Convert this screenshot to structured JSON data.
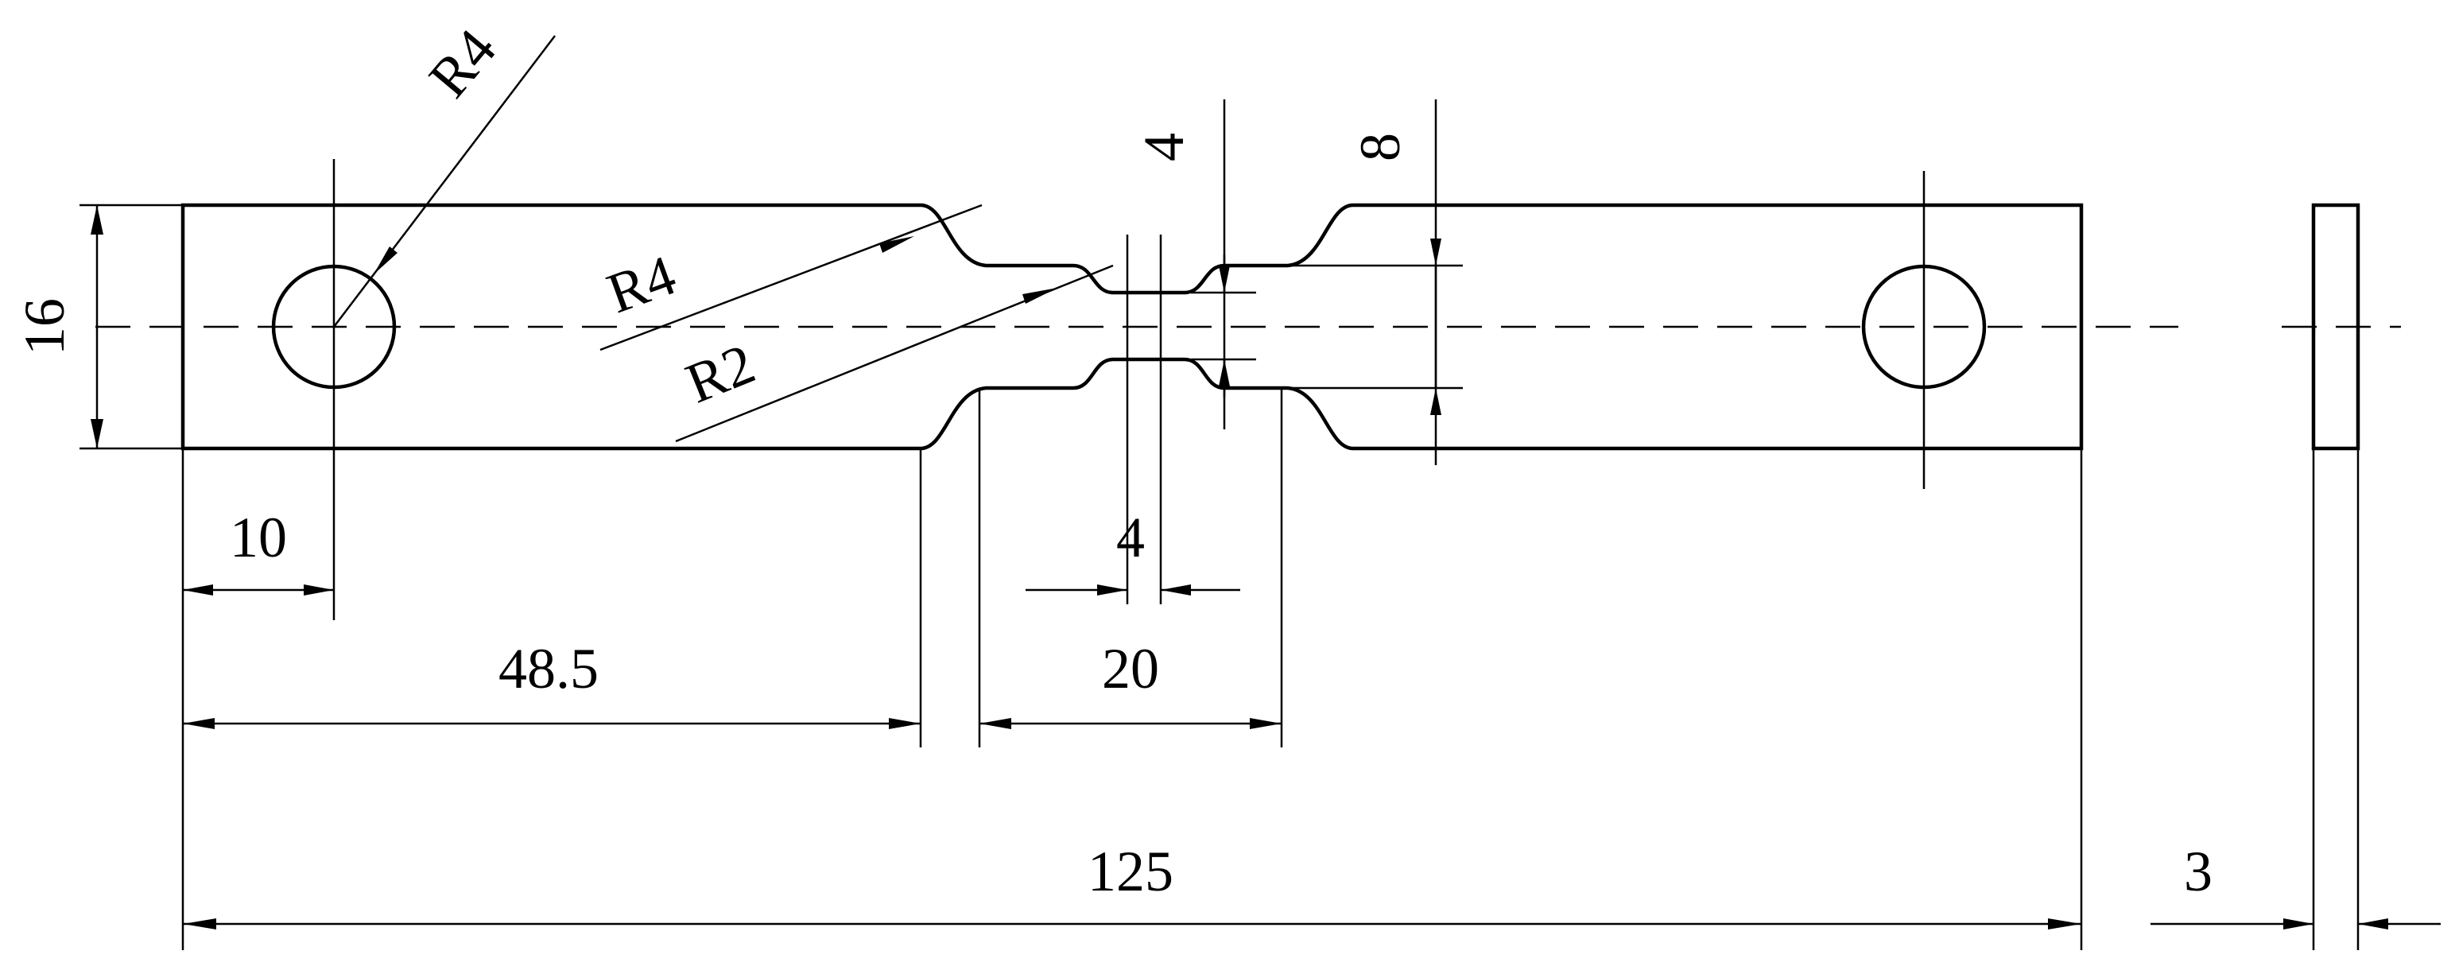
{
  "drawing": {
    "dimensions": {
      "radius_hole": "R4",
      "radius_shoulder": "R4",
      "radius_notch": "R2",
      "notch_depth": "4",
      "gauge_width": "8",
      "total_width": "16",
      "hole_offset": "10",
      "shoulder_length": "48.5",
      "notch_width": "4",
      "gauge_length": "20",
      "total_length": "125",
      "thickness": "3"
    },
    "colors": {
      "stroke": "#000000",
      "background": "#ffffff"
    }
  }
}
